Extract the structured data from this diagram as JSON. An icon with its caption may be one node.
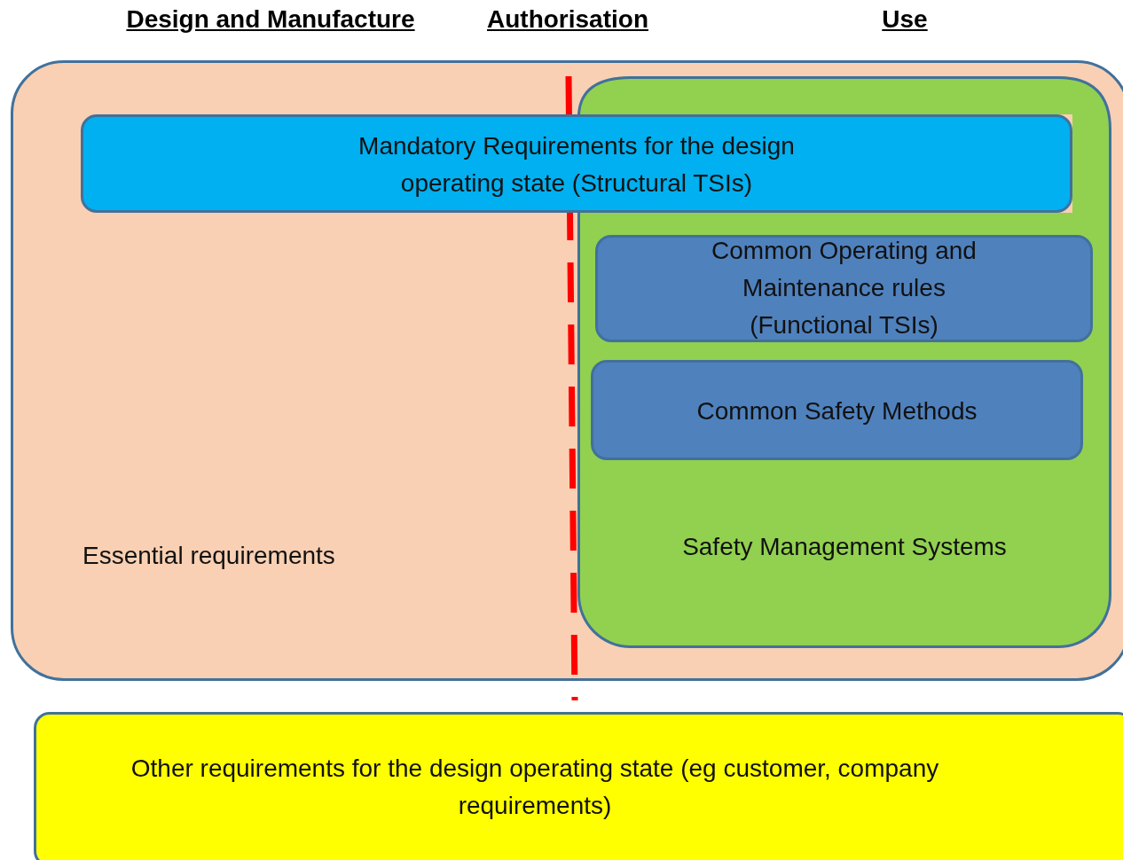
{
  "diagram": {
    "nodes": [
      {
        "text": [
          "Essential requirements"
        ]
      },
      {
        "text": [
          "Mandatory Requirements  for the design operating state (Structural TSIs)"
        ],
        "in": 0
      },
      {
        "text": [
          "Safety Management Systems"
        ],
        "in": 0
      },
      {
        "text": [
          "Common Operating and Maintenance rules (Functional TSIs)"
        ],
        "in": 2
      },
      {
        "text": [
          "Common Safety Methods"
        ],
        "in": 2
      },
      {
        "text": [
          "Other requirements for the design operating state (eg customer, company requirements)"
        ]
      }
    ],
    "edges": [],
    "labels": [
      "Design and Manufacture",
      "Authorisation",
      "Use"
    ]
  }
}
